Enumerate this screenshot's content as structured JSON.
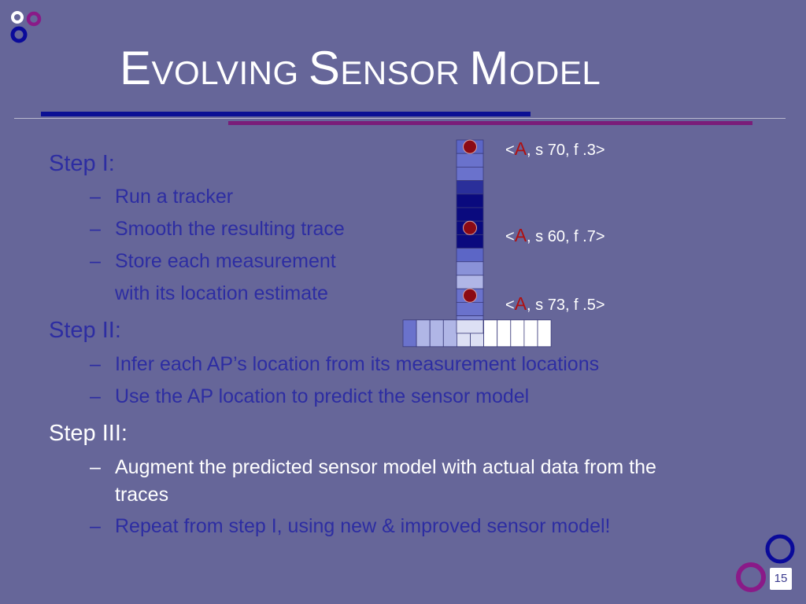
{
  "slide": {
    "title_parts": [
      {
        "big": "E",
        "small": "VOLVING "
      },
      {
        "big": "S",
        "small": "ENSOR "
      },
      {
        "big": "M",
        "small": "ODEL"
      }
    ],
    "page_number": "15"
  },
  "steps": [
    {
      "label": "Step I:",
      "items": [
        "Run a tracker",
        "Smooth the resulting trace",
        "Store each measurement",
        "with its location estimate"
      ]
    },
    {
      "label": "Step II:",
      "items": [
        "Infer each AP’s location from its measurement locations",
        "Use the AP location to predict the sensor model"
      ]
    },
    {
      "label": "Step III:",
      "items": [
        "Augment the predicted sensor model with actual data from the",
        "traces",
        "Repeat from step I, using new & improved sensor model!"
      ]
    }
  ],
  "dash": "–",
  "measurements": [
    {
      "lt": "<",
      "ap": "A",
      "rest": ", s 70, f .3>"
    },
    {
      "lt": "<",
      "ap": "A",
      "rest": ", s 60, f .7>"
    },
    {
      "lt": "<",
      "ap": "A",
      "rest": ", s 73, f .5>"
    }
  ],
  "colors": {
    "background": "#666699",
    "dim_text": "#2d2da2",
    "title_rule": "#0b1094",
    "accent_rule": "#7a1d79",
    "marker": "#8b0a14",
    "ap_letter": "#b01010"
  },
  "grid": {
    "vertical_cells": [
      "#5c66c6",
      "#6a72cc",
      "#6a72cc",
      "#2a2f9a",
      "#0a0a7e",
      "#0a0a7e",
      "#0a0a7e",
      "#0a0a7e",
      "#5c66c6",
      "#8a92d8",
      "#b0b6e6",
      "#6a72cc",
      "#6a72cc",
      "#7a82d0"
    ],
    "horizontal_cells": [
      "#6a72cc",
      "#b0b6e6",
      "#b0b6e6",
      "#b0b6e6",
      "#dde0f4",
      "#dde0f4",
      "#ffffff",
      "#ffffff",
      "#ffffff",
      "#ffffff",
      "#ffffff"
    ],
    "marker_rows": [
      0,
      6,
      11
    ]
  }
}
